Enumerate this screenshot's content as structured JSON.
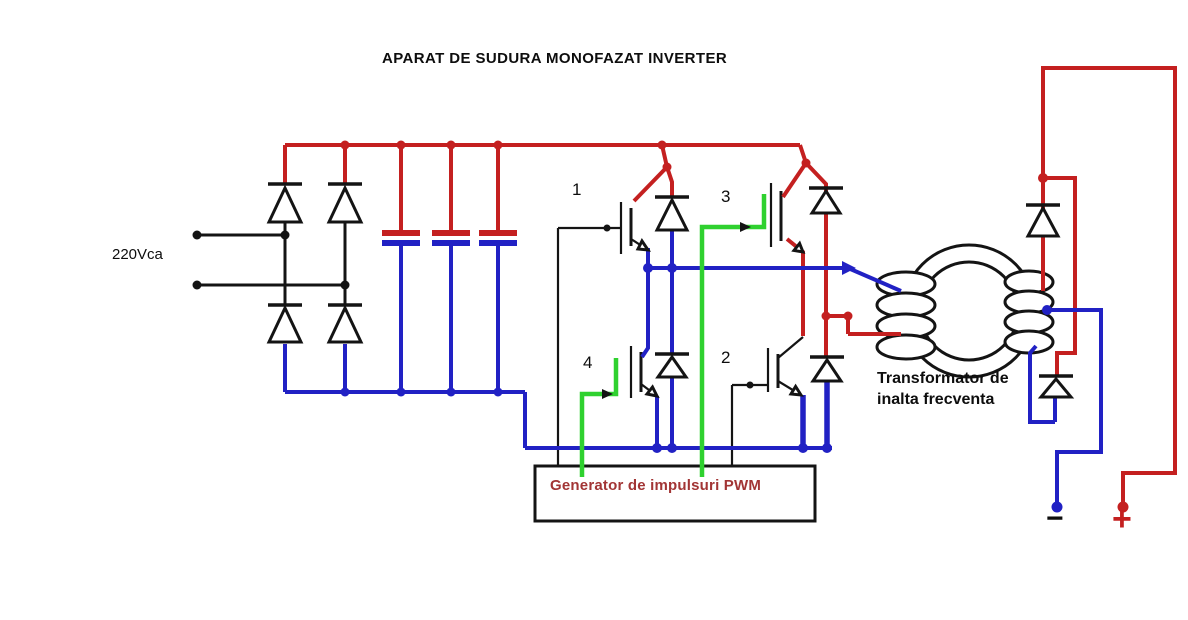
{
  "title": "APARAT DE SUDURA MONOFAZAT INVERTER",
  "colors": {
    "wire_red": "#c42020",
    "wire_blue": "#2121c4",
    "wire_green": "#2fd12f",
    "label_red": "#a23535",
    "line_black": "#141414"
  },
  "source": {
    "label": "220Vca"
  },
  "igbts": [
    {
      "id": "igbt-1",
      "label": "1"
    },
    {
      "id": "igbt-3",
      "label": "3"
    },
    {
      "id": "igbt-4",
      "label": "4"
    },
    {
      "id": "igbt-2",
      "label": "2"
    }
  ],
  "pwm_generator": {
    "label": "Generator de impulsuri PWM"
  },
  "transformer": {
    "label_line1": "Transformator de",
    "label_line2": "inalta frecventa"
  },
  "output_terminals": {
    "negative_label": "−",
    "positive_label": "+"
  }
}
